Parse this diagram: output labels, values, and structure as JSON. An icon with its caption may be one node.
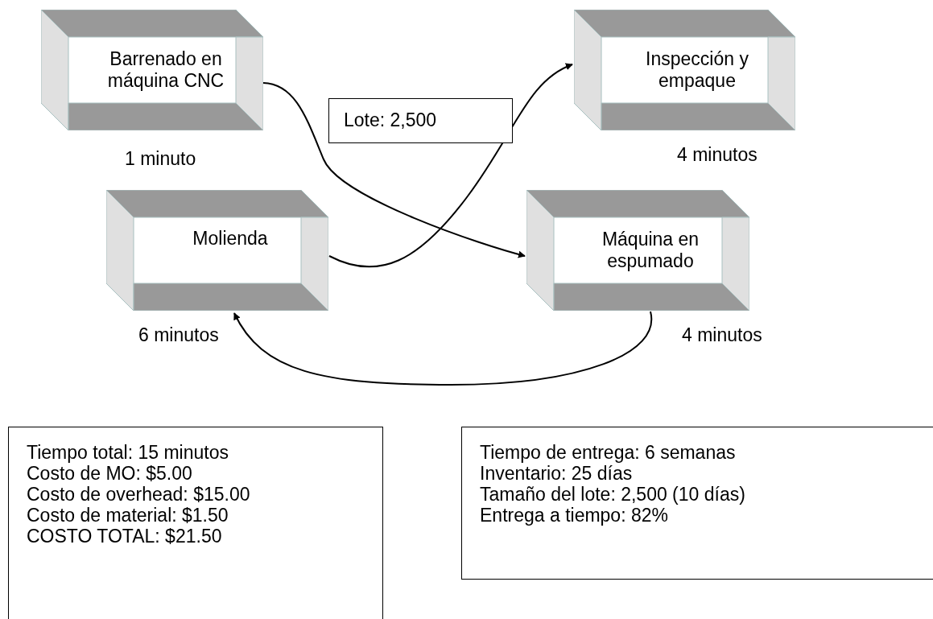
{
  "diagram": {
    "nodes": [
      {
        "text": [
          "Barrenado en máquina CNC"
        ],
        "beside": [
          "1 minuto"
        ]
      },
      {
        "text": [
          "Inspección y empaque"
        ],
        "beside": [
          "4 minutos"
        ]
      },
      {
        "text": [
          "Lote: 2,500"
        ]
      },
      {
        "text": [
          "Molienda"
        ],
        "beside": [
          "6 minutos"
        ]
      },
      {
        "text": [
          "Máquina en espumado"
        ],
        "beside": [
          "4 minutos"
        ]
      },
      {
        "text": [
          "Tiempo total: 15 minutos",
          "Costo de MO: $5.00",
          "Costo de overhead: $15.00",
          "Costo de material: $1.50",
          "COSTO TOTAL: $21.50"
        ]
      },
      {
        "text": [
          "Tiempo de entrega: 6 semanas",
          "Inventario: 25 días",
          "Tamaño del lote: 2,500 (10 días)",
          "Entrega a tiempo: 82%"
        ]
      }
    ],
    "edges": [
      {
        "from": 0,
        "to": 4,
        "arrow": "to"
      },
      {
        "from": 3,
        "to": 1,
        "arrow": "to"
      },
      {
        "from": 4,
        "to": 3,
        "arrow": "to"
      }
    ]
  }
}
